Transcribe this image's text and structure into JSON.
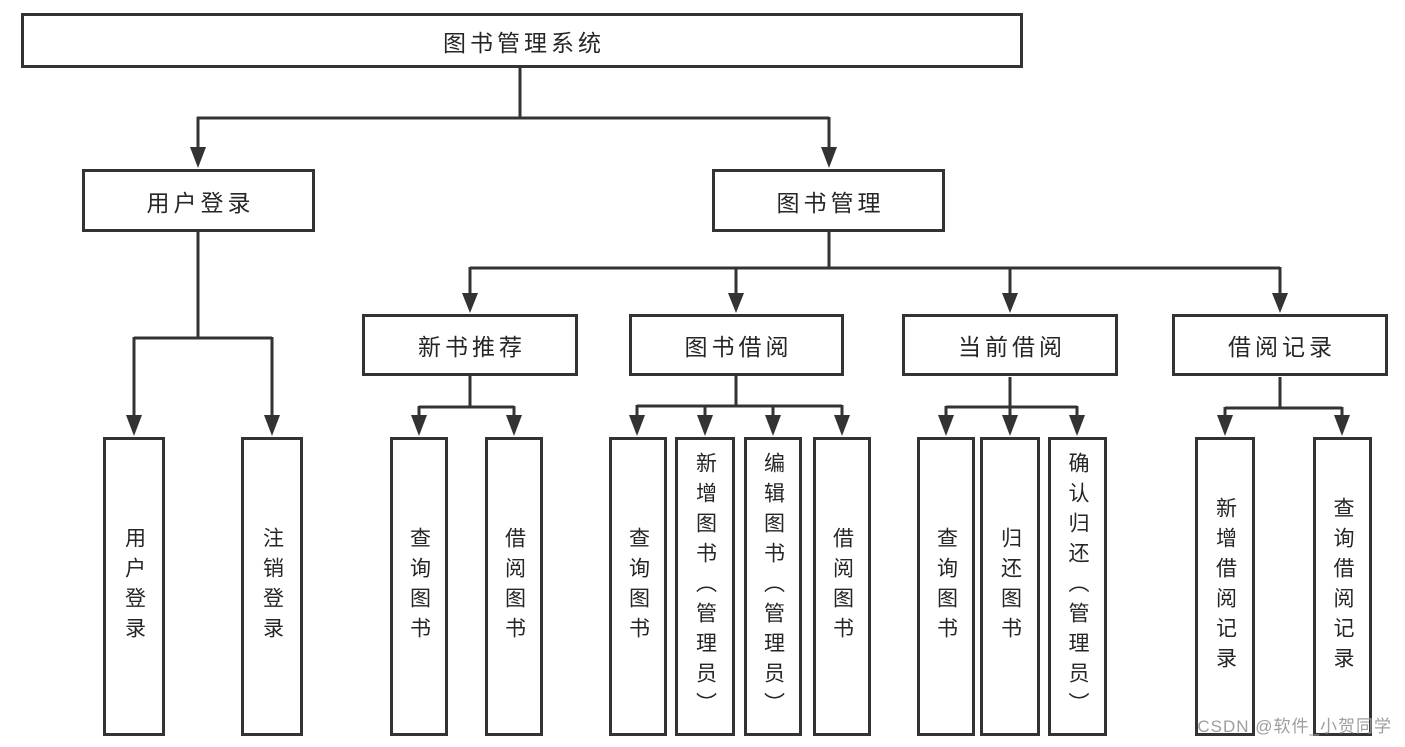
{
  "diagram": {
    "root": {
      "label": "图书管理系统"
    },
    "level2": [
      {
        "label": "用户登录"
      },
      {
        "label": "图书管理"
      }
    ],
    "level3": [
      {
        "label": "新书推荐"
      },
      {
        "label": "图书借阅"
      },
      {
        "label": "当前借阅"
      },
      {
        "label": "借阅记录"
      }
    ],
    "leaves": {
      "userLogin": [
        "用户登录",
        "注销登录"
      ],
      "newBookRec": [
        "查询图书",
        "借阅图书"
      ],
      "bookBorrow": [
        "查询图书",
        "新增图书（管理员）",
        "编辑图书（管理员）",
        "借阅图书"
      ],
      "currentBorrow": [
        "查询图书",
        "归还图书",
        "确认归还（管理员）"
      ],
      "borrowRecords": [
        "新增借阅记录",
        "查询借阅记录"
      ]
    }
  },
  "colors": {
    "line": "#333333",
    "text": "#262626",
    "background": "#ffffff",
    "watermark": "#9e9e9e"
  },
  "watermark": {
    "text": "CSDN @软件_小贺同学"
  }
}
